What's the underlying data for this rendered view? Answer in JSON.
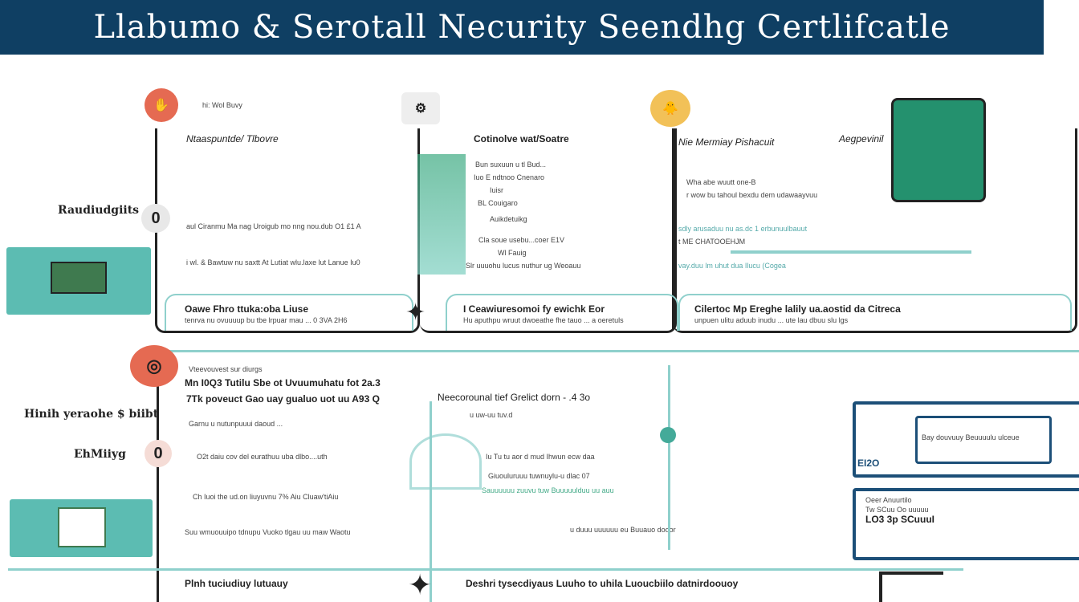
{
  "title": "Llabumo & Serotall Necurity Seendhg Certlifcatle",
  "side_labels": [
    "Raudiudgiits",
    "Hinih yeraohe $ biibt",
    "EhMiiyg"
  ],
  "top_left": {
    "tag": "hi: Wol Buvy",
    "heading": "Ntaaspuntde/ Tlbovre",
    "line1": "aul Ciranmu Ma nag Uroigub mo nng nou.dub O1 £1 A",
    "line2": "i wl. & Bawtuw nu saxtt At Lutiat wlu.laxe lut Lanue Iu0"
  },
  "top_mid": {
    "heading": "Cotinolve wat/Soatre",
    "items": [
      "Bun suxuun u tl Bud...",
      "Iuo E ndtnoo Cnenaro",
      "Iuisr",
      "BL Couigaro",
      "Auikdetuikg",
      "Cla soue usebu...coer E1V",
      "Wl Fauig",
      "Slr uuuohu lucus nuthur ug Weoauu"
    ]
  },
  "top_right": {
    "heading": "Nie Mermiay Pishacuit",
    "badge": "Aegpevinil",
    "lines": [
      "Wha abe wuutt one-B",
      "r wow bu tahoul bexdu dem udawaayvuu",
      "sdly arusaduu nu as.dc 1 erbunuulbauut",
      "t ME CHATOOEHJM",
      "vay.duu lm uhut dua Ilucu (Cogea"
    ]
  },
  "cards_top": [
    {
      "title": "Oawe Fhro ttuka:oba Liuse",
      "text": "tenrva nu ovuuuup bu tbe lrpuar mau ... 0 3VA 2H6"
    },
    {
      "title": "I Ceawiuresomoi fy ewichk Eor",
      "text": "Hu aputhpu wruut dwoeathe fhe tauo ... a oeretuls"
    },
    {
      "title": "Cilertoc Mp Ereghe lalily ua.aostid da Citreca",
      "text": "unpuen ulitu aduub inudu ... ute lau dbuu slu lgs"
    }
  ],
  "bottom_left": {
    "lines": [
      "Vteevouvest sur diurgs",
      "Mn I0Q3 Tutilu Sbe ot Uvuumuhatu fot 2a.3",
      "7Tk poveuct Gao uay gualuo uot uu A93 Q",
      "Garnu u nutunpuuui daoud ...",
      "O2t daiu cov del eurathuu uba dlbo....uth",
      "Ch Iuoi the ud.on liuyuvnu 7% Aiu Cluaw'tiAiu",
      "Suu wmuouuipo tdnupu Vuoko tlgau uu maw Waotu"
    ]
  },
  "bottom_mid": {
    "heading": "Neecorounal tief Grelict dorn - .4 3o",
    "lines": [
      "u uw-uu tuv.d",
      "Iu Tu tu aor d mud Ihwun ecw daa",
      "Giuouluruuu tuwnuylu-u dlac 07",
      "Sauuuuuu zuuvu tuw Buuuuulduu uu auu",
      "u duuu uuuuuu eu Buuauo dooor"
    ]
  },
  "bottom_right": {
    "box1": "Bay douvuuy Beuuuulu ulceue",
    "box2": [
      "Oeer Anuurtilo",
      "Tw SCuu Oo uuuuu",
      "LO3 3p SCuuuI"
    ],
    "tag": "EI2O"
  },
  "cards_bottom": [
    {
      "title": "Plnh tuciudiuy lutuauy"
    },
    {
      "title": "Deshri tysecdiyaus Luuho to uhila Luoucbiilo datnirdoouoy"
    }
  ]
}
